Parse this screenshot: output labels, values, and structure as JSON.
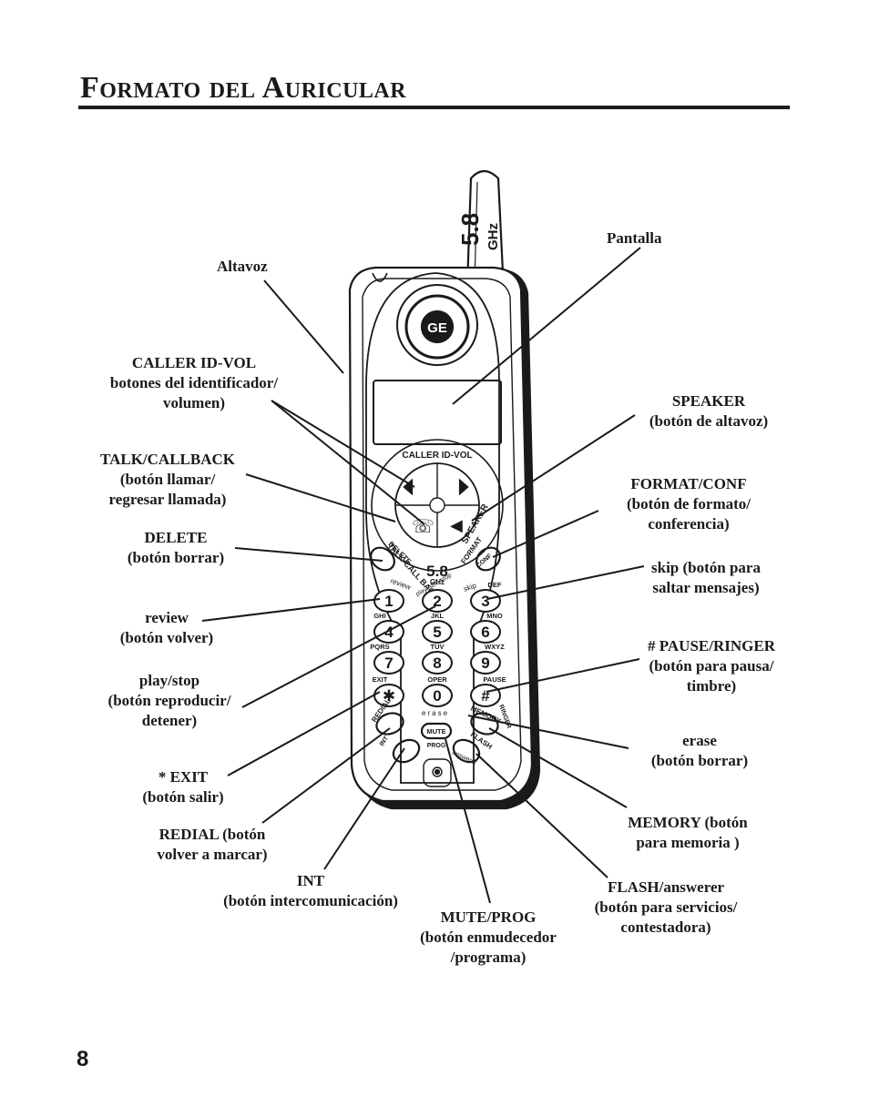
{
  "page": {
    "title": "Formato del Auricular",
    "page_number": "8"
  },
  "phone_labels": {
    "antenna_top": "5.8",
    "antenna_ghz": "GHz",
    "brand_badge": "GE",
    "caller_id_vol": "CALLER ID-VOL",
    "talk_callback": "TALK•CALL BACK",
    "speaker": "SPEAKER",
    "delete": "DELETE",
    "format": "FORMAT",
    "conf": "CONF",
    "ghz_badge_num": "5.8",
    "ghz_badge_unit": "GHz",
    "review": "review",
    "play_abc_stop": "play ABC stop",
    "skip": "skip",
    "keys": [
      {
        "num": "1",
        "letters": ""
      },
      {
        "num": "2",
        "letters": ""
      },
      {
        "num": "3",
        "letters": "DEF"
      },
      {
        "num": "4",
        "letters": "GHI"
      },
      {
        "num": "5",
        "letters": "JKL"
      },
      {
        "num": "6",
        "letters": "MNO"
      },
      {
        "num": "7",
        "letters": "PQRS"
      },
      {
        "num": "8",
        "letters": "TUV"
      },
      {
        "num": "9",
        "letters": "WXYZ"
      },
      {
        "num": "✱",
        "letters": "EXIT"
      },
      {
        "num": "0",
        "letters": "OPER"
      },
      {
        "num": "#",
        "letters": "PAUSE"
      }
    ],
    "ringer": "RINGER",
    "erase": "erase",
    "redial": "REDIAL",
    "memory": "MEMORY",
    "mute": "MUTE",
    "prog": "PROG",
    "int": "INT",
    "flash": "FLASH",
    "answerer": "answerer"
  },
  "callouts": {
    "altavoz": "Altavoz",
    "pantalla": "Pantalla",
    "caller_id": {
      "l1": "CALLER ID-VOL",
      "l2": "botones del identificador/",
      "l3": "volumen)"
    },
    "speaker": {
      "l1": "SPEAKER",
      "l2": "(botón de altavoz)"
    },
    "talk": {
      "l1": "TALK/CALLBACK",
      "l2": "(botón llamar/",
      "l3": "regresar llamada)"
    },
    "format": {
      "l1": "FORMAT/CONF",
      "l2": "(botón de formato/",
      "l3": "conferencia)"
    },
    "delete": {
      "l1": "DELETE",
      "l2": "(botón  borrar)"
    },
    "skip": {
      "l1": "skip (botón para",
      "l2": "saltar mensajes)"
    },
    "review": {
      "l1": "review",
      "l2": "(botón volver)"
    },
    "pause": {
      "l1": "# PAUSE/RINGER",
      "l2": "(botón para pausa/",
      "l3": "timbre)"
    },
    "play": {
      "l1": "play/stop",
      "l2": "(botón  reproducir/",
      "l3": "detener)"
    },
    "erase": {
      "l1": "erase",
      "l2": "(botón borrar)"
    },
    "exit": {
      "l1": "* EXIT",
      "l2": "(botón  salir)"
    },
    "memory": {
      "l1a": "MEMORY",
      "l1b": " (botón",
      "l2": "para memoria )"
    },
    "redial": {
      "l1a": "REDIAL",
      "l1b": " (botón",
      "l2": "volver a marcar)"
    },
    "int": {
      "l1": "INT",
      "l2": "(botón intercomunicación)"
    },
    "flash": {
      "l1": "FLASH/answerer",
      "l2": "(botón para servicios/",
      "l3": "contestadora)"
    },
    "mute": {
      "l1": "MUTE/PROG",
      "l2": "(botón enmudecedor",
      "l3": "/programa)"
    }
  }
}
